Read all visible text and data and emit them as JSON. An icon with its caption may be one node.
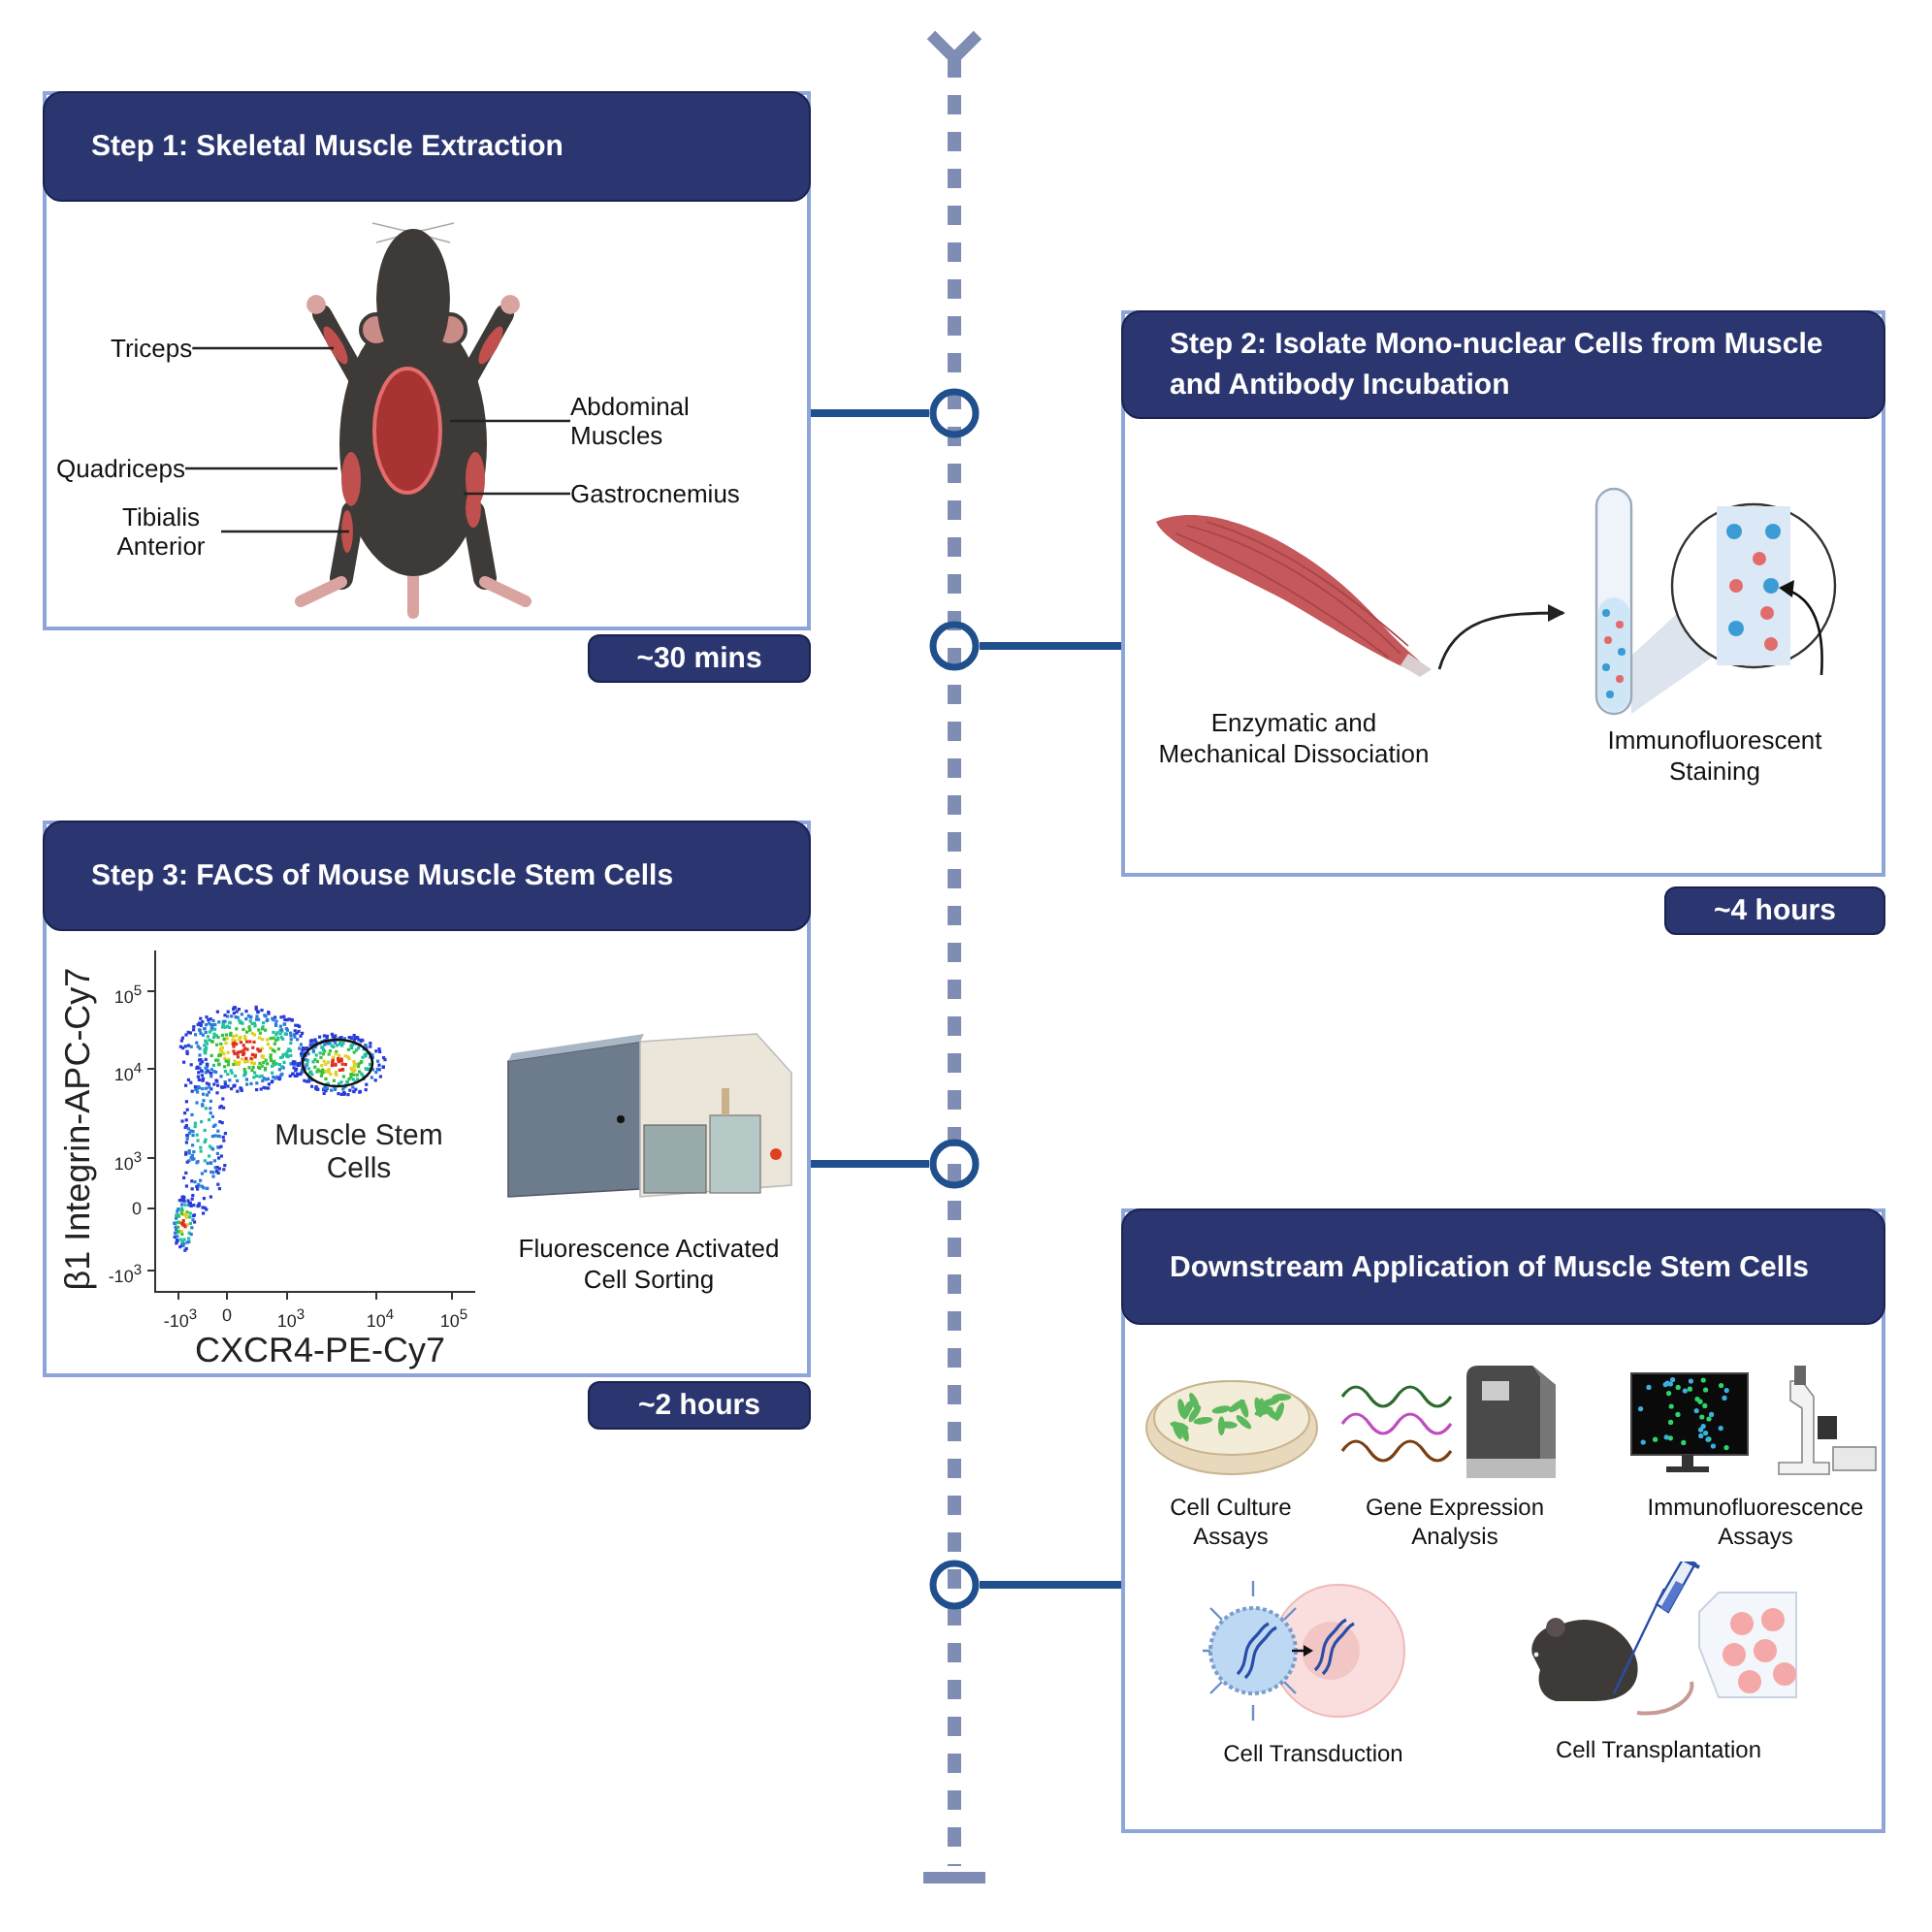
{
  "diagram": {
    "nodes": [
      {
        "text": [
          "Step 1: Skeletal Muscle Extraction"
        ],
        "beside": [
          "~30 mins"
        ]
      },
      {
        "text": [
          "Triceps"
        ],
        "in": 0
      },
      {
        "text": [],
        "shape": "picture",
        "in": 0
      },
      {
        "text": [
          "Abdominal Muscles"
        ],
        "in": 0
      },
      {
        "text": [
          "Quadriceps"
        ],
        "in": 0
      },
      {
        "text": [
          "Gastrocnemius"
        ],
        "in": 0
      },
      {
        "text": [
          "Tibialis Anterior"
        ],
        "in": 0
      },
      {
        "text": [],
        "shape": "circle"
      },
      {
        "text": [
          "Step 2: Isolate Mono-nuclear Cells from Muscle and Antibody Incubation"
        ],
        "beside": [
          "~4 hours"
        ]
      },
      {
        "text": [],
        "shape": "circle"
      },
      {
        "text": [
          "Enzymatic and Mechanical Dissociation"
        ],
        "in": 8
      },
      {
        "text": [
          "Immunofluorescent Staining"
        ],
        "in": 8
      },
      {
        "text": [
          "Step 3: FACS of Mouse Muscle Stem Cells"
        ],
        "beside": [
          "~2 hours"
        ]
      },
      {
        "text": [
          "Fluorescence Activated Cell Sorting"
        ],
        "in": 12
      },
      {
        "text": [],
        "shape": "circle"
      },
      {
        "text": [
          "Downstream Application of Muscle Stem Cells"
        ]
      },
      {
        "text": [
          "Cell Culture Assays"
        ],
        "in": 15
      },
      {
        "text": [
          "Gene Expression Analysis"
        ],
        "in": 15
      },
      {
        "text": [
          "Immunofluorescence Assays"
        ],
        "in": 15
      },
      {
        "text": [
          "Cell Transduction"
        ],
        "in": 15
      },
      {
        "text": [
          "Cell Transplantation"
        ],
        "in": 15
      },
      {
        "text": [],
        "shape": "circle"
      }
    ],
    "edges": [
      {
        "from": 1,
        "to": 2,
        "arrow": "none"
      },
      {
        "from": 3,
        "to": 2,
        "arrow": "none"
      },
      {
        "from": 4,
        "to": 2,
        "arrow": "none"
      },
      {
        "from": 5,
        "to": 2,
        "arrow": "none"
      },
      {
        "from": 6,
        "to": 2,
        "arrow": "none"
      },
      {
        "from": 0,
        "to": 7,
        "arrow": "none",
        "style": "thick",
        "color": "#1f4f8c"
      },
      {
        "from": 8,
        "to": 9,
        "arrow": "none",
        "style": "thick",
        "color": "#1f4f8c"
      },
      {
        "from": 10,
        "to": 11,
        "arrow": "to"
      },
      {
        "from": 12,
        "to": 14,
        "arrow": "none",
        "style": "thick",
        "color": "#1f4f8c"
      },
      {
        "from": 15,
        "to": 21,
        "arrow": "none",
        "style": "thick",
        "color": "#1f4f8c"
      }
    ],
    "labels": [
      "β1 Integrin-APC-Cy7",
      "10$^{5}$",
      "10$^{4}$",
      "10$^{3}$",
      "0",
      "-10$^{3}$",
      "Muscle Stem Cells",
      "-10$^{3}$",
      "0",
      "10$^{3}$",
      "10$^{4}$",
      "10$^{5}$",
      "CXCR4-PE-Cy7"
    ]
  }
}
